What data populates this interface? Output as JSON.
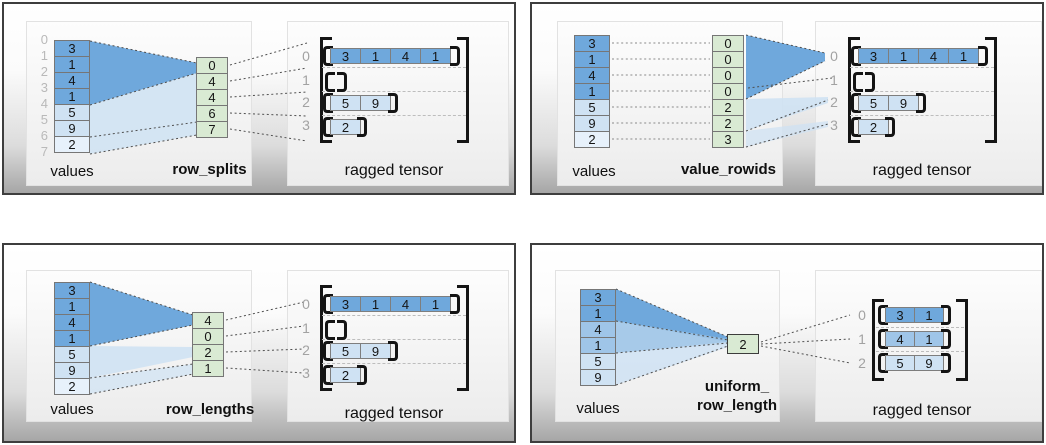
{
  "colors": {
    "dark_blue": "#6fa8dc",
    "medium_blue": "#9fc5e8",
    "light_blue": "#cfe2f3",
    "pale_blue": "#e7f1fb",
    "green": "#d9ead3"
  },
  "panels": [
    {
      "name": "row_splits",
      "values_label": "values",
      "method_label": "row_splits",
      "ragged_label": "ragged tensor",
      "values": [
        "3",
        "1",
        "4",
        "1",
        "5",
        "9",
        "2"
      ],
      "value_indices": [
        "0",
        "1",
        "2",
        "3",
        "4",
        "5",
        "6",
        "7"
      ],
      "spec": [
        "0",
        "4",
        "4",
        "6",
        "7"
      ],
      "row_labels": [
        "0",
        "1",
        "2",
        "3"
      ],
      "rows": [
        [
          "3",
          "1",
          "4",
          "1"
        ],
        [],
        [
          "5",
          "9"
        ],
        [
          "2"
        ]
      ]
    },
    {
      "name": "value_rowids",
      "values_label": "values",
      "method_label": "value_rowids",
      "ragged_label": "ragged tensor",
      "values": [
        "3",
        "1",
        "4",
        "1",
        "5",
        "9",
        "2"
      ],
      "spec": [
        "0",
        "0",
        "0",
        "0",
        "2",
        "2",
        "3"
      ],
      "row_labels": [
        "0",
        "1",
        "2",
        "3"
      ],
      "rows": [
        [
          "3",
          "1",
          "4",
          "1"
        ],
        [],
        [
          "5",
          "9"
        ],
        [
          "2"
        ]
      ]
    },
    {
      "name": "row_lengths",
      "values_label": "values",
      "method_label": "row_lengths",
      "ragged_label": "ragged tensor",
      "values": [
        "3",
        "1",
        "4",
        "1",
        "5",
        "9",
        "2"
      ],
      "spec": [
        "4",
        "0",
        "2",
        "1"
      ],
      "row_labels": [
        "0",
        "1",
        "2",
        "3"
      ],
      "rows": [
        [
          "3",
          "1",
          "4",
          "1"
        ],
        [],
        [
          "5",
          "9"
        ],
        [
          "2"
        ]
      ]
    },
    {
      "name": "uniform_row_length",
      "values_label": "values",
      "method_label_line1": "uniform_",
      "method_label_line2": "row_length",
      "ragged_label": "ragged tensor",
      "values": [
        "3",
        "1",
        "4",
        "1",
        "5",
        "9"
      ],
      "spec": [
        "2"
      ],
      "row_labels": [
        "0",
        "1",
        "2"
      ],
      "rows": [
        [
          "3",
          "1"
        ],
        [
          "4",
          "1"
        ],
        [
          "5",
          "9"
        ]
      ]
    }
  ]
}
